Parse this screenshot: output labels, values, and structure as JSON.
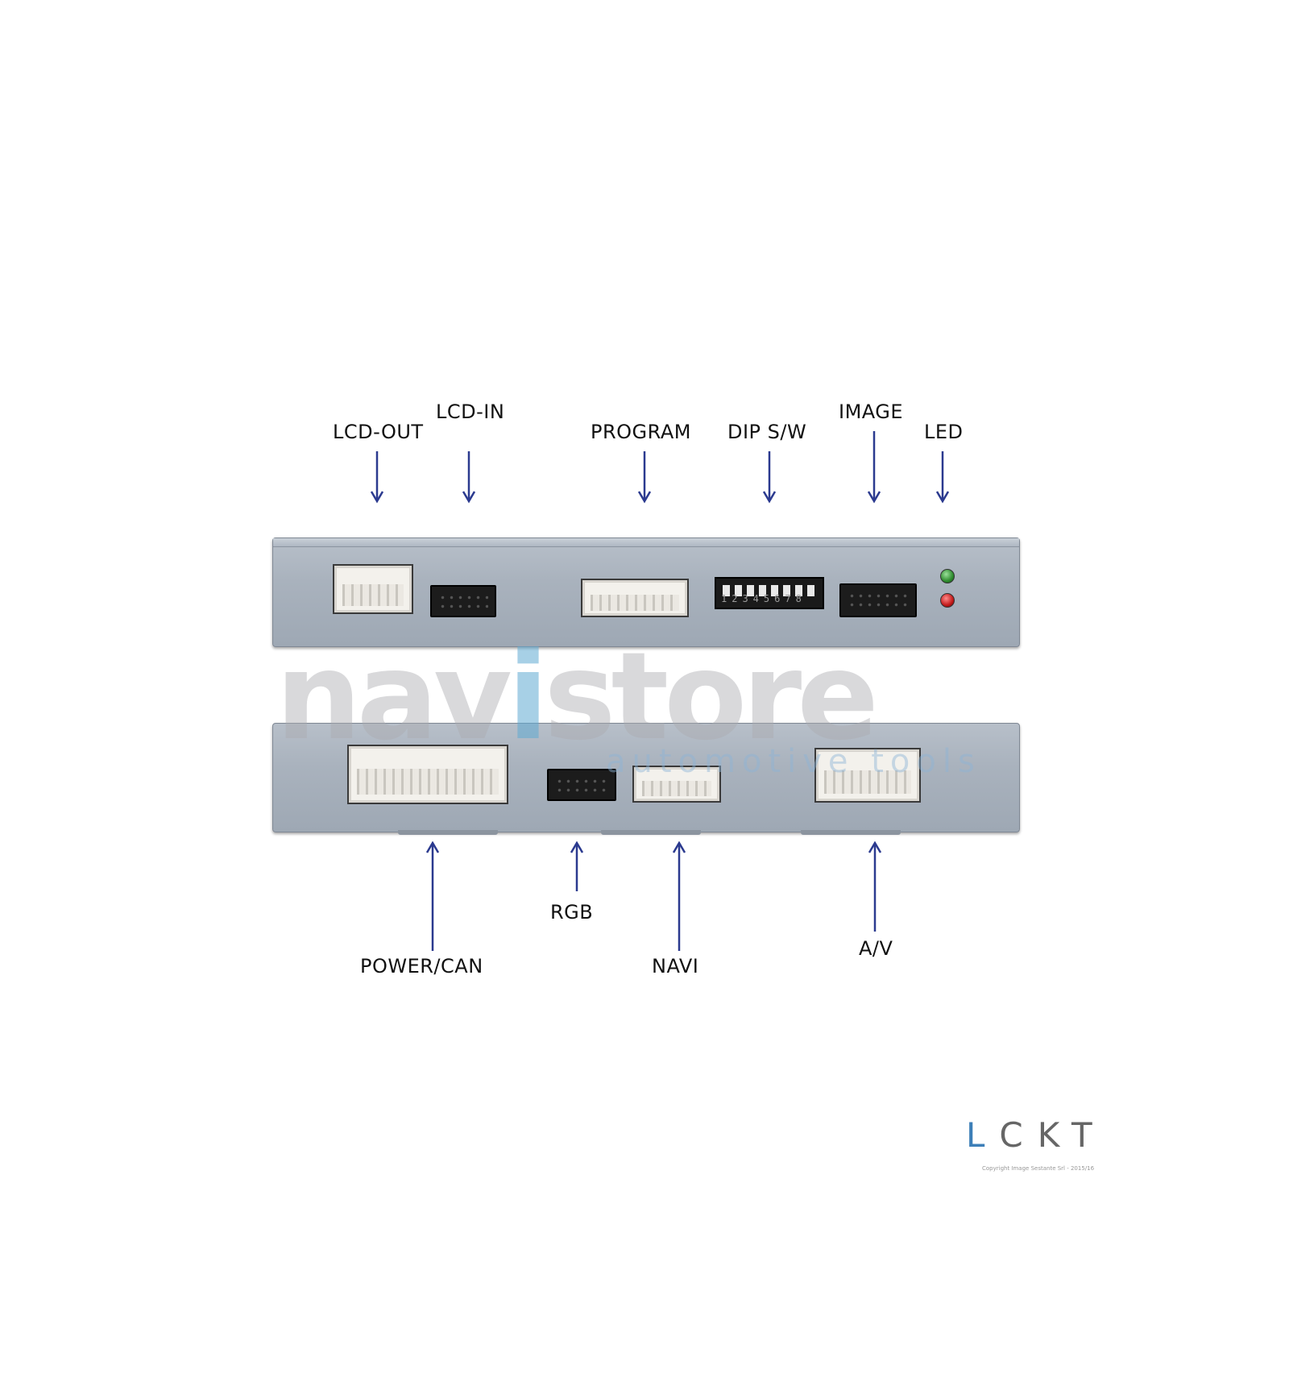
{
  "labels": {
    "lcd_out": "LCD-OUT",
    "lcd_in": "LCD-IN",
    "program": "PROGRAM",
    "dip_sw": "DIP S/W",
    "image": "IMAGE",
    "led": "LED",
    "power_can": "POWER/CAN",
    "rgb": "RGB",
    "navi": "NAVI",
    "av": "A/V"
  },
  "dip_numbers": "12345678",
  "watermark": {
    "main_prefix": "nav",
    "main_i": "i",
    "main_suffix": "store",
    "sub": "automotive tools"
  },
  "logo": {
    "first": "L",
    "rest": "CKT"
  },
  "copyright": "Copyright Image Sestante Srl - 2015/16",
  "colors": {
    "arrow": "#2b3a8f",
    "panel": "#a9b2bd",
    "led_green": "#2e8b2e",
    "led_red": "#c21a1a",
    "logo_accent": "#3d7fb8"
  }
}
